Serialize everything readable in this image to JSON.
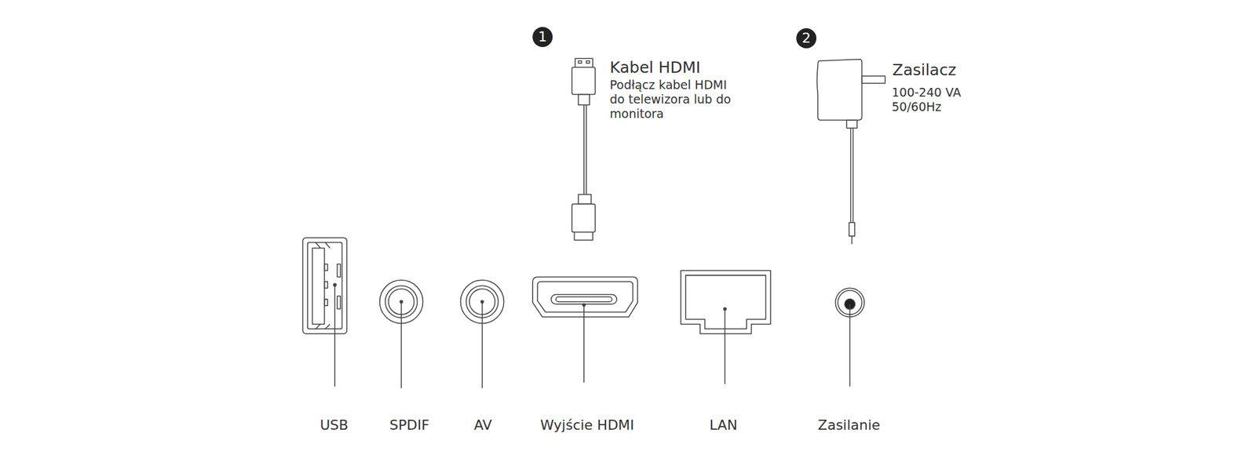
{
  "diagram": {
    "nodes": [
      {
        "text": [
          "1"
        ]
      },
      {
        "text": [
          "2"
        ]
      }
    ],
    "labels": [
      "Kabel HDMI",
      "Podłącz kabel HDMI do telewizora lub do monitora",
      "Zasilacz",
      "100-240 VA 50/60Hz",
      "USB",
      "SPDIF",
      "AV",
      "Wyjście HDMI",
      "LAN",
      "Zasilanie"
    ]
  }
}
